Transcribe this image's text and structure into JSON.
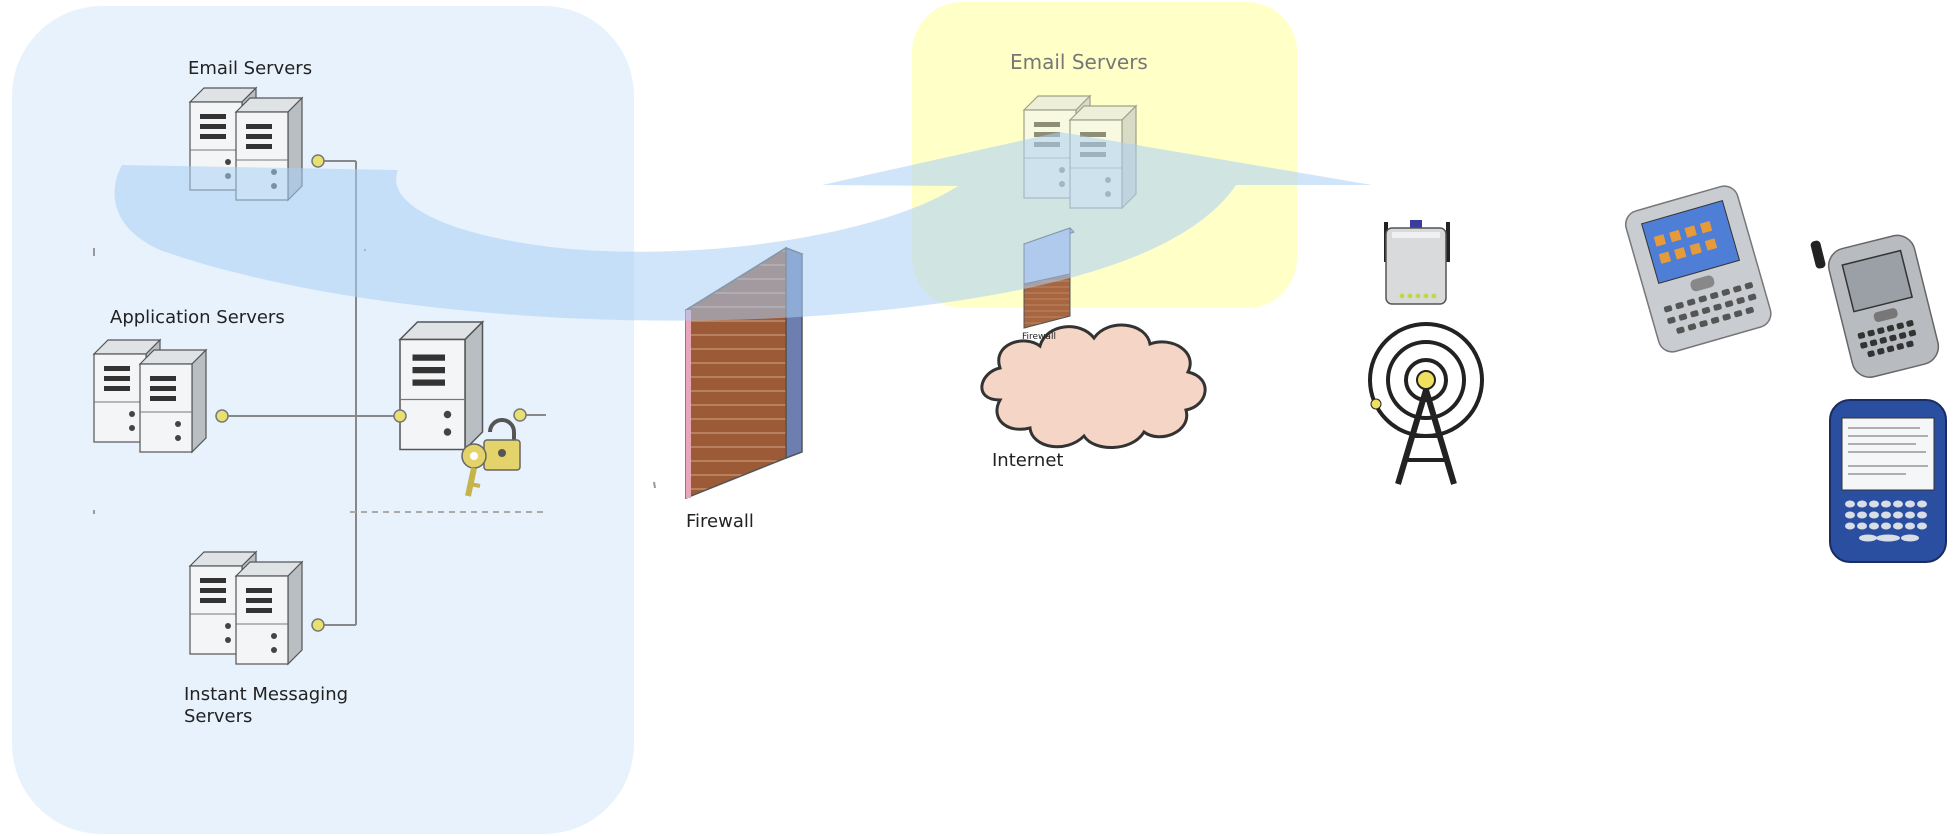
{
  "labels": {
    "email_servers_left": "Email Servers",
    "application_servers": "Application Servers",
    "im_servers_line1": "Instant Messaging",
    "im_servers_line2": "Servers",
    "firewall": "Firewall",
    "email_servers_right": "Email Servers",
    "small_firewall": "Firewall",
    "internet": "Internet"
  },
  "colors": {
    "corporate_zone": "#e8f2fc",
    "hosted_zone": "#ffffc8",
    "flow_arrow": "#a9d0f5",
    "firewall_brick": "#a0603a",
    "firewall_top": "#8aa4d6",
    "cloud_fill": "#f5d5c5",
    "connector_dot": "#e8e070"
  },
  "icons": [
    "server-pair-icon",
    "secure-server-icon",
    "lock-key-icon",
    "brick-firewall-icon",
    "cloud-icon",
    "wireless-router-icon",
    "cell-tower-icon",
    "smartphone-icon",
    "flip-phone-icon",
    "blackberry-icon"
  ]
}
